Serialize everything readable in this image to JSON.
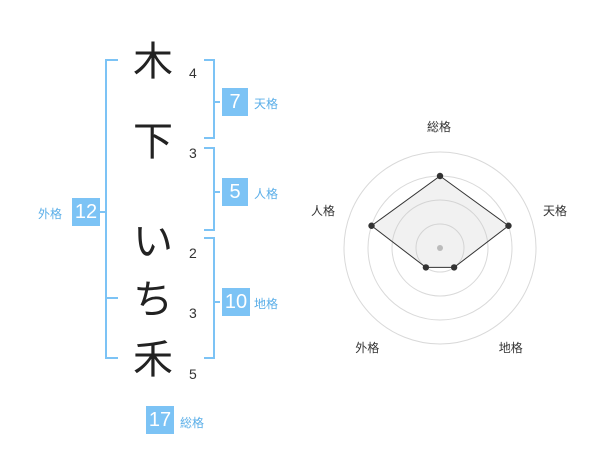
{
  "name": {
    "characters": [
      {
        "char": "木",
        "strokes": "4"
      },
      {
        "char": "下",
        "strokes": "3"
      },
      {
        "char": "い",
        "strokes": "2"
      },
      {
        "char": "ち",
        "strokes": "3"
      },
      {
        "char": "禾",
        "strokes": "5"
      }
    ]
  },
  "fortune": {
    "tenkaku": {
      "value": "7",
      "label": "天格"
    },
    "jinkaku": {
      "value": "5",
      "label": "人格"
    },
    "chikaku": {
      "value": "10",
      "label": "地格"
    },
    "gaikaku": {
      "value": "12",
      "label": "外格"
    },
    "soukaku": {
      "value": "17",
      "label": "総格"
    }
  },
  "colors": {
    "accent": "#7cc3f5",
    "label": "#5aaee8",
    "text": "#222222"
  },
  "chart_data": {
    "type": "radar",
    "axes": [
      "総格",
      "天格",
      "地格",
      "外格",
      "人格"
    ],
    "values": [
      3,
      3,
      1,
      1,
      3
    ],
    "rmax": 4,
    "rings": 4,
    "grid": true
  }
}
